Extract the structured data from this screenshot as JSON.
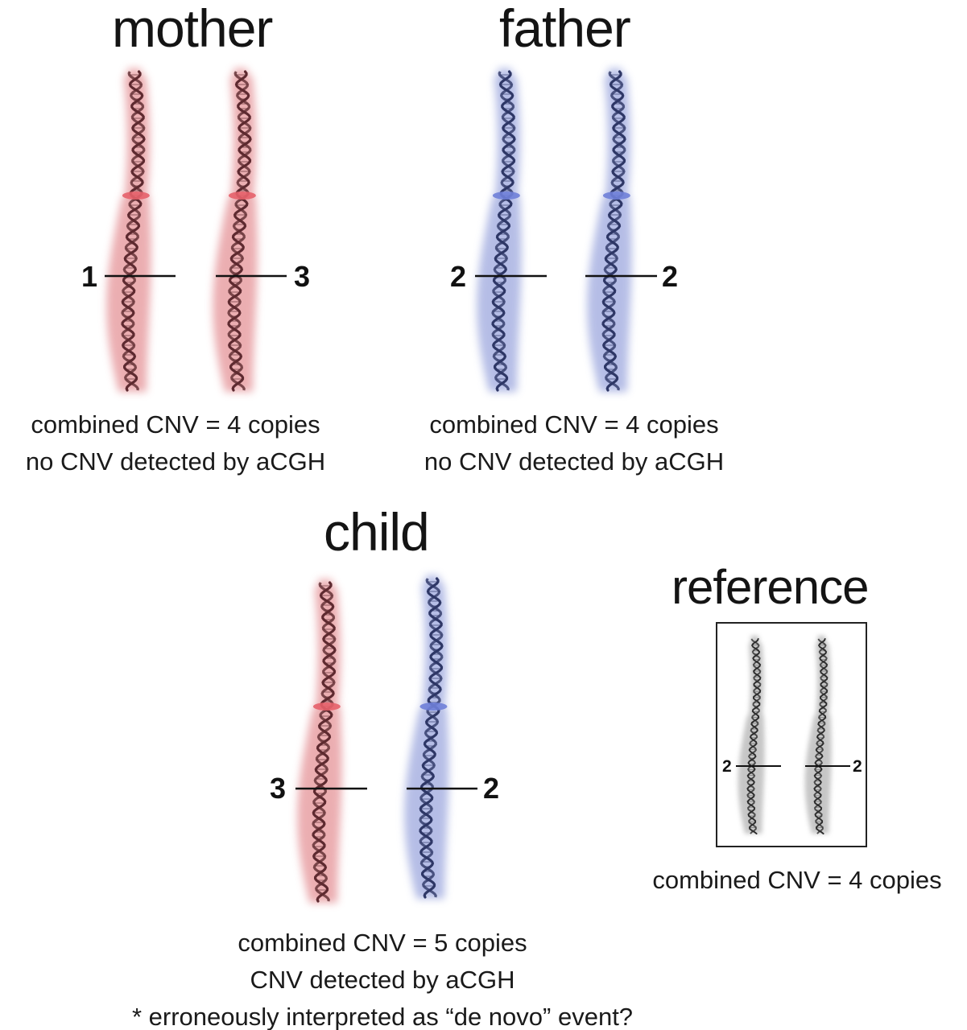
{
  "panels": {
    "mother": {
      "title": "mother",
      "left_copy": "1",
      "right_copy": "3",
      "caption_line1": "combined CNV = 4 copies",
      "caption_line2": "no CNV detected by aCGH"
    },
    "father": {
      "title": "father",
      "left_copy": "2",
      "right_copy": "2",
      "caption_line1": "combined CNV = 4 copies",
      "caption_line2": "no CNV detected by aCGH"
    },
    "child": {
      "title": "child",
      "left_copy": "3",
      "right_copy": "2",
      "caption_line1": "combined CNV = 5 copies",
      "caption_line2": "CNV detected by aCGH",
      "caption_line3": "* erroneously interpreted as “de novo” event?"
    },
    "reference": {
      "title": "reference",
      "left_copy": "2",
      "right_copy": "2",
      "caption_line1": "combined CNV = 4 copies"
    }
  },
  "colors": {
    "maternal_glow": "#e8a0a4",
    "maternal_strand": "#5e2a30",
    "maternal_centromere": "#e5606a",
    "paternal_glow": "#a9b2e2",
    "paternal_strand": "#2e3766",
    "paternal_centromere": "#6f7fd8",
    "reference_glow": "#bdbdbd",
    "reference_strand": "#2c2c2c"
  }
}
